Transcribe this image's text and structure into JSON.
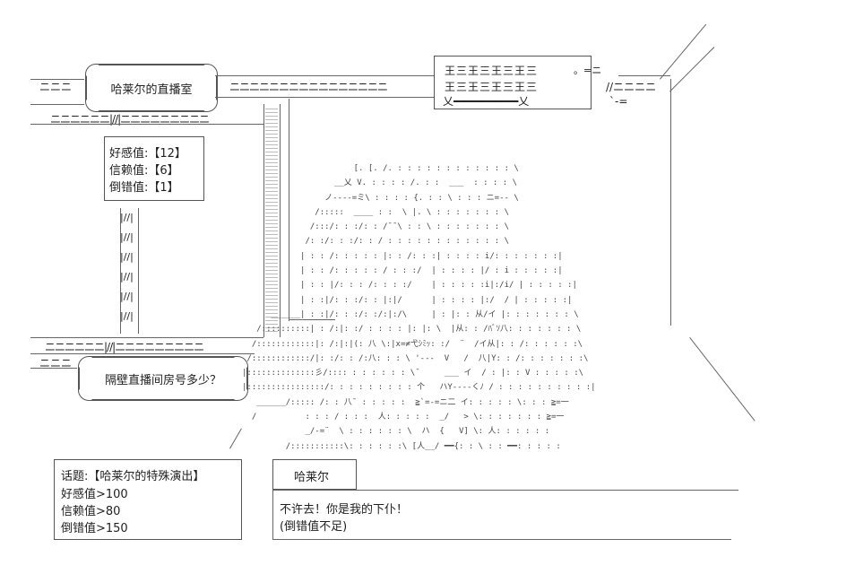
{
  "header": {
    "left_tab": "哈莱尔的直播室",
    "right_title": "王三王三王三王三",
    "right_mark": "。=ニ",
    "right_sub": "乂━━━━━━━━━━乂"
  },
  "stats": {
    "favor": "好感值:【12】",
    "trust": "信赖值:【6】",
    "reverse": "倒错值:【1】"
  },
  "question": {
    "text": "隔壁直播间房号多少？"
  },
  "topic": {
    "title": "话题:【哈莱尔的特殊演出】",
    "line1": "好感值>100",
    "line2": "信赖值>80",
    "line3": "倒错值>150"
  },
  "dialog": {
    "speaker": "哈莱尔",
    "line1": "不许去！你是我的下仆！",
    "line2": "(倒错值不足)"
  },
  "art": {
    "left_rails_top": "ニニニ",
    "left_rails": "ニニニニニニ|//|ニニニニニニニニニ",
    "rail_seg": "|//|",
    "eq_row": "ニニニニニニニニニニニニニニニニ",
    "right_eq": "//ニニニニ",
    "right_sub2": "`-=",
    "figure": [
      "                       [. [. /. : : : : : : : : : : : : \\",
      "                   __乂 V. : : : : /. : :  ___  : : : : \\",
      "                 ノ----=ミ\\ : : : : {. : : \\ : : : ニ=-- \\",
      "               /:::::  ____ : :  \\ |. \\ : : : : : : : \\",
      "              /:::/: : :/: : /¯¯\\ : : \\ : : : : : : : \\",
      "             /: :/: : :/: : / : : : : : : : : : : : : \\",
      "            | : : /: : : : : |: : /: : :| : : : : i/: : : : : : :|",
      "            | : : /: : : : : / : : :/  | : : : : |/ : i : : : : :|",
      "            | : : |/: : : /: : : :/    | : : : : :i|:/i/ | : : : : :|",
      "            | : :|/: : :/: : |:|/      | : : : : |:/  / | : : : : :|",
      "      ______| : :|/: : :/: :/:|:/\\     | : |: : 从/イ |: : : : : : : \\",
      "   /::::::::::| : /:|: :/ : : : : |: |: \\  |从: : /ﾊﾞｿ八: : : : : : : \\",
      "  /::::::::::::|: /:|:|(: 八 \\:|x=≠弋ｼﾐｯ: :/  ¨  /イ从|: : /: : : : : :\\",
      " /::::::::::::/|: :/: : /:八: : : \\ '---  V   /  八|Y: : /: : : : : : :\\",
      "|::::::::::::::彡/:::: : : : : : : \\¯     ___ イ  / : |: : V : : : : :\\",
      "|::::::::::::::::/: : : : : : : : : 个   ハY----くﾉ / : : : : : : : : : :|",
      "   ______/::::: /: : 八¯ : : : : :  ≧`=-=ニ二 イ: : : : : \\: : : ≧=一",
      "  /          : : : / : : :  人: : : : :  _/   > \\: : : : : : : ≧=一",
      "             _/-=¨  \\ : : : : : : \\  ハ  {   V] \\: 人: : : : : :",
      "         /:::::::::::\\: : : : : :\\ [人__/ ━━{: : \\ : : ━━: : : : :"
    ]
  }
}
